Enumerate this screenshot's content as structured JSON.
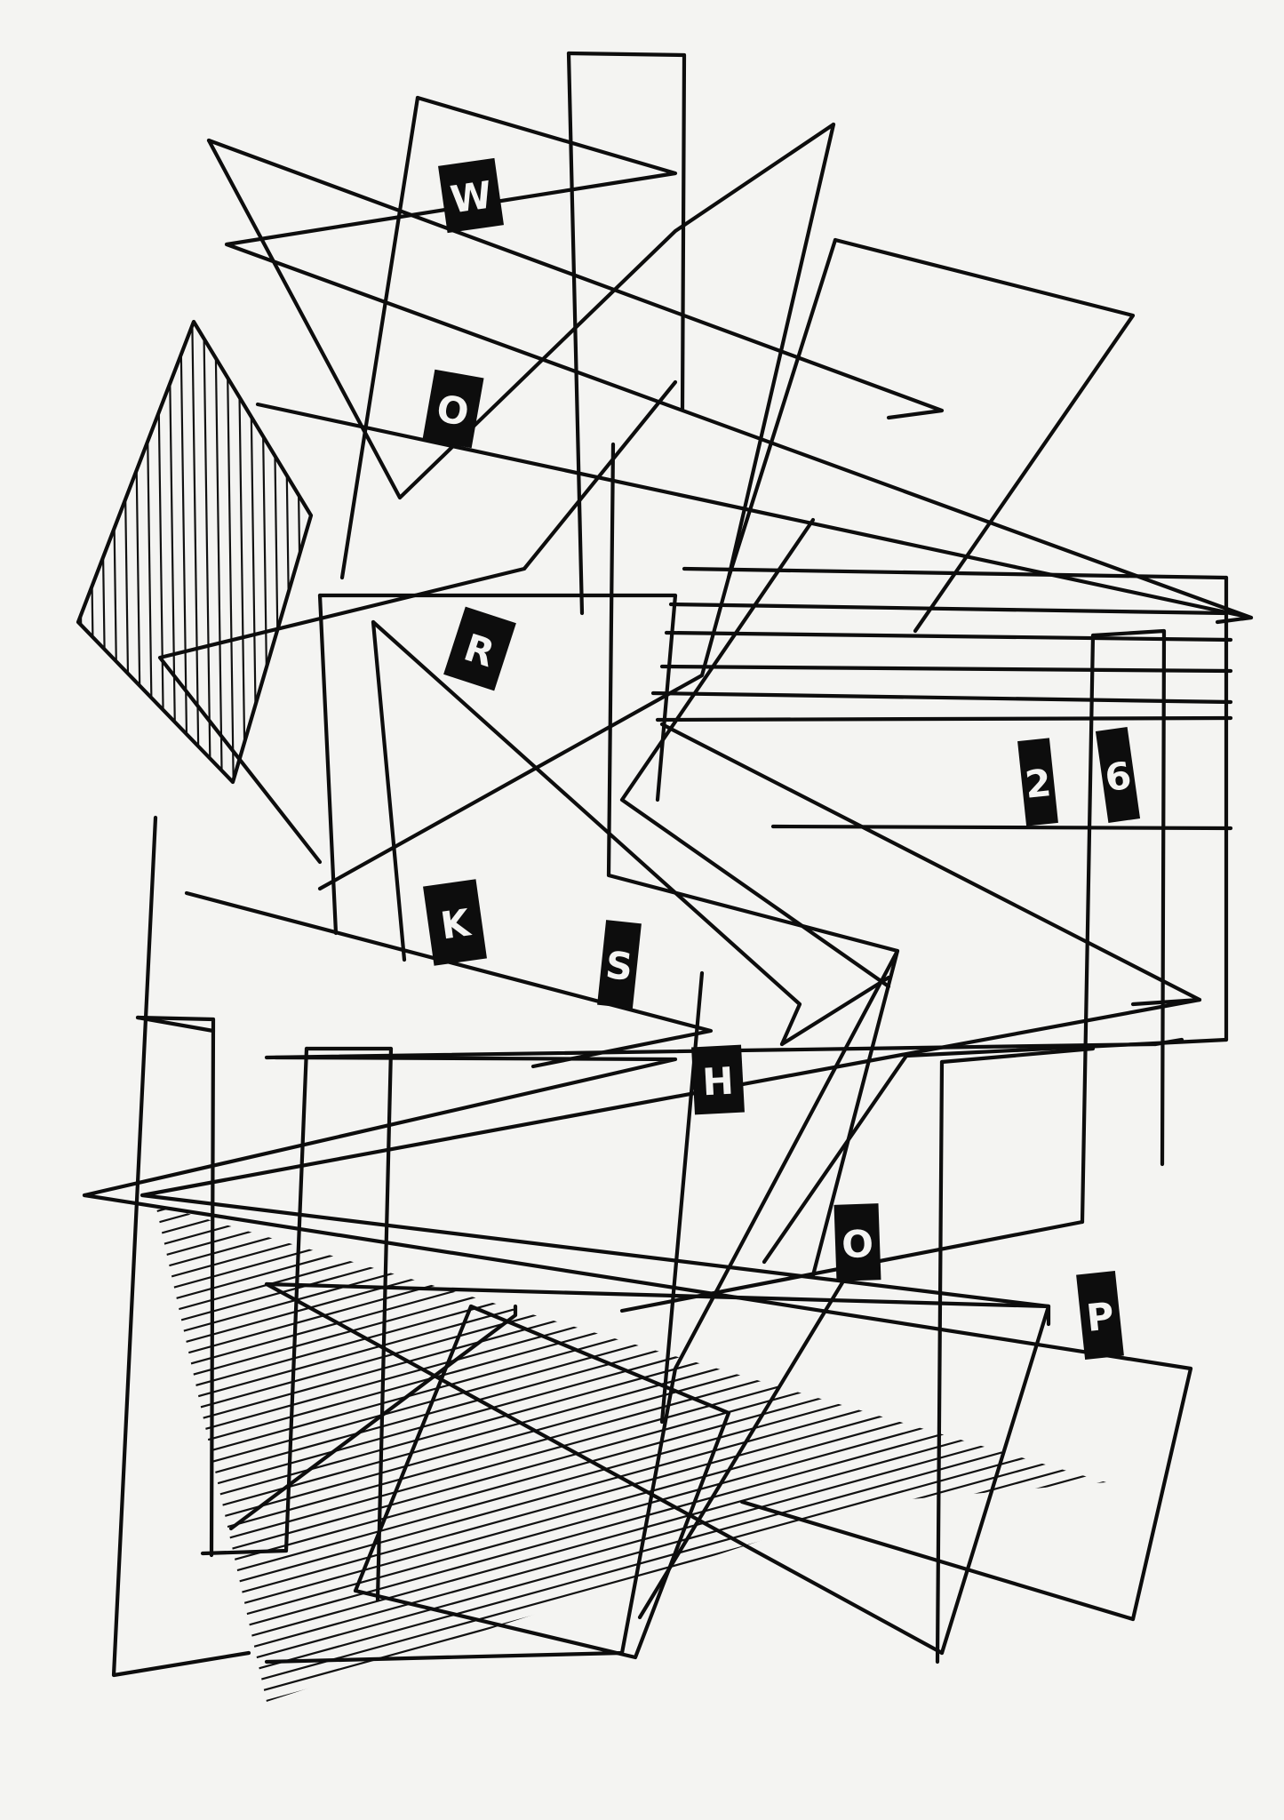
{
  "artwork": {
    "letters": [
      "W",
      "O",
      "R",
      "K",
      "S",
      "H",
      "O",
      "P"
    ],
    "number": [
      "2",
      "6"
    ],
    "ink_color": "#0d0d0d",
    "paper_color": "#f4f4f2"
  }
}
